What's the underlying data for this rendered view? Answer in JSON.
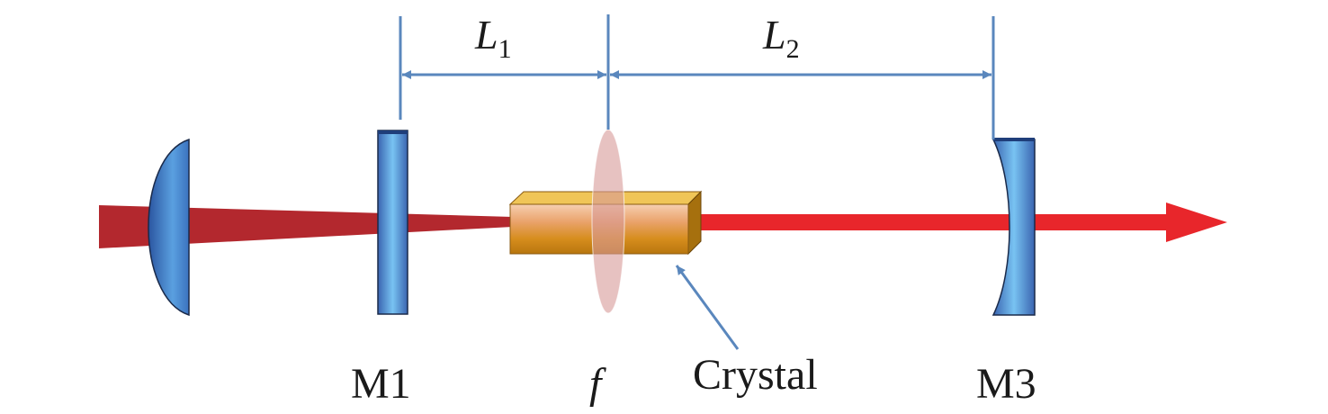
{
  "labels": {
    "l1_main": "L",
    "l1_sub": "1",
    "l2_main": "L",
    "l2_sub": "2",
    "m1": "M1",
    "f": "f",
    "crystal": "Crystal",
    "m3": "M3"
  },
  "colors": {
    "measure_line": "#5a87bd",
    "beam_in": "#b3282e",
    "beam_out": "#e8262b",
    "mirror_edge": "#1f3e7a",
    "mirror_fill": "#4f8fd6",
    "crystal_front": "#e8a33a",
    "crystal_top": "#f0c557",
    "crystal_side": "#a6700e",
    "lens": "#d79a98"
  }
}
